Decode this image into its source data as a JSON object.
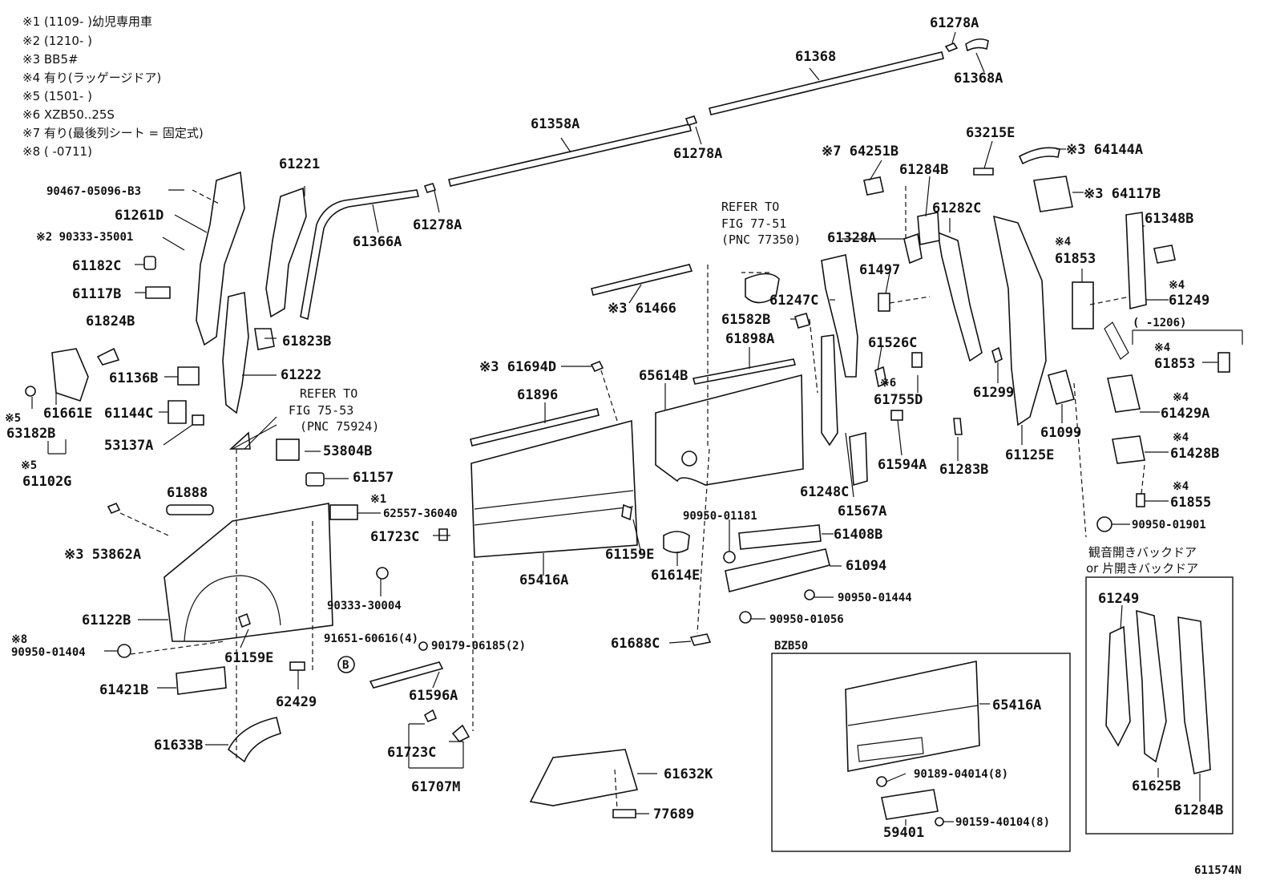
{
  "notes": [
    "※1 (1109-      )幼児専用車",
    "※2 (1210-      )",
    "※3 BB5#",
    "※4 有り(ラッゲージドア)",
    "※5 (1501-      )",
    "※6 XZB50..25S",
    "※7 有り(最後列シート = 固定式)",
    "※8 (      -0711)"
  ],
  "figure_code": "611574N",
  "refs": {
    "ref1": [
      "REFER TO",
      "FIG 77-51",
      "(PNC 77350)"
    ],
    "ref2": [
      "REFER TO",
      "FIG 75-53",
      "(PNC 75924)"
    ]
  },
  "box_titles": {
    "bzb50": "BZB50",
    "backdoor_line1": "観音開きバックドア",
    "backdoor_line2": "or 片開きバックドア"
  },
  "range_1206": "(     -1206)",
  "callouts": {
    "c_61278A_top": "61278A",
    "c_61368": "61368",
    "c_61368A": "61368A",
    "c_61358A": "61358A",
    "c_61278A_mid": "61278A",
    "c_61221": "61221",
    "c_61278A_low": "61278A",
    "c_61366A": "61366A",
    "c_90467": "90467-05096-B3",
    "c_61261D": "61261D",
    "c_90333_35001": "※2 90333-35001",
    "c_61182C": "61182C",
    "c_61117B": "61117B",
    "c_61824B": "61824B",
    "c_61823B": "61823B",
    "c_61136B": "61136B",
    "c_61222": "61222",
    "c_61661E": "61661E",
    "c_61144C": "61144C",
    "c_63182B": "63182B",
    "c_x5a": "※5",
    "c_x5b": "※5",
    "c_61102G": "61102G",
    "c_53137A": "53137A",
    "c_53804B": "53804B",
    "c_61157": "61157",
    "c_61888": "61888",
    "c_x1": "※1",
    "c_62557": "62557-36040",
    "c_61723C_a": "61723C",
    "c_53862A": "※3 53862A",
    "c_90333_30004": "90333-30004",
    "c_61122B": "61122B",
    "c_x8": "※8",
    "c_90950_01404": "90950-01404",
    "c_61159E_a": "61159E",
    "c_91651": "91651-60616(4)",
    "c_90179": "90179-06185(2)",
    "c_B": "B",
    "c_61421B": "61421B",
    "c_62429": "62429",
    "c_61596A": "61596A",
    "c_61633B": "61633B",
    "c_61723C_b": "61723C",
    "c_61707M": "61707M",
    "c_61632K": "61632K",
    "c_77689": "77689",
    "c_61466": "※3 61466",
    "c_61694D": "※3 61694D",
    "c_61896": "61896",
    "c_65416A": "65416A",
    "c_61159E_b": "61159E",
    "c_61614E": "61614E",
    "c_61688C": "61688C",
    "c_65614B": "65614B",
    "c_61898A": "61898A",
    "c_61582B": "61582B",
    "c_90950_01181": "90950-01181",
    "c_61408B": "61408B",
    "c_61094": "61094",
    "c_90950_01444": "90950-01444",
    "c_90950_01056": "90950-01056",
    "c_64251B": "※7 64251B",
    "c_61284B": "61284B",
    "c_61328A": "61328A",
    "c_61497": "61497",
    "c_61247C": "61247C",
    "c_61526C": "61526C",
    "c_x6": "※6",
    "c_61755D": "61755D",
    "c_61248C": "61248C",
    "c_61594A": "61594A",
    "c_61567A": "61567A",
    "c_61283B": "61283B",
    "c_61282C": "61282C",
    "c_61299": "61299",
    "c_61125E": "61125E",
    "c_61099": "61099",
    "c_63215E": "63215E",
    "c_64144A": "※3 64144A",
    "c_64117B": "※3 64117B",
    "c_61348B": "61348B",
    "c_x4_61853": "※4",
    "c_61853": "61853",
    "c_x4_61249": "※4",
    "c_61249": "61249",
    "c_x4_61853b": "※4",
    "c_61853b": "61853",
    "c_x4_61429A": "※4",
    "c_61429A": "61429A",
    "c_x4_61428B": "※4",
    "c_61428B": "61428B",
    "c_x4_61855": "※4",
    "c_61855": "61855",
    "c_90950_01901": "90950-01901",
    "c_65416A_b": "65416A",
    "c_90189": "90189-04014(8)",
    "c_59401": "59401",
    "c_90159": "90159-40104(8)",
    "c_61249_b": "61249",
    "c_61625B": "61625B",
    "c_61284B_b": "61284B"
  }
}
